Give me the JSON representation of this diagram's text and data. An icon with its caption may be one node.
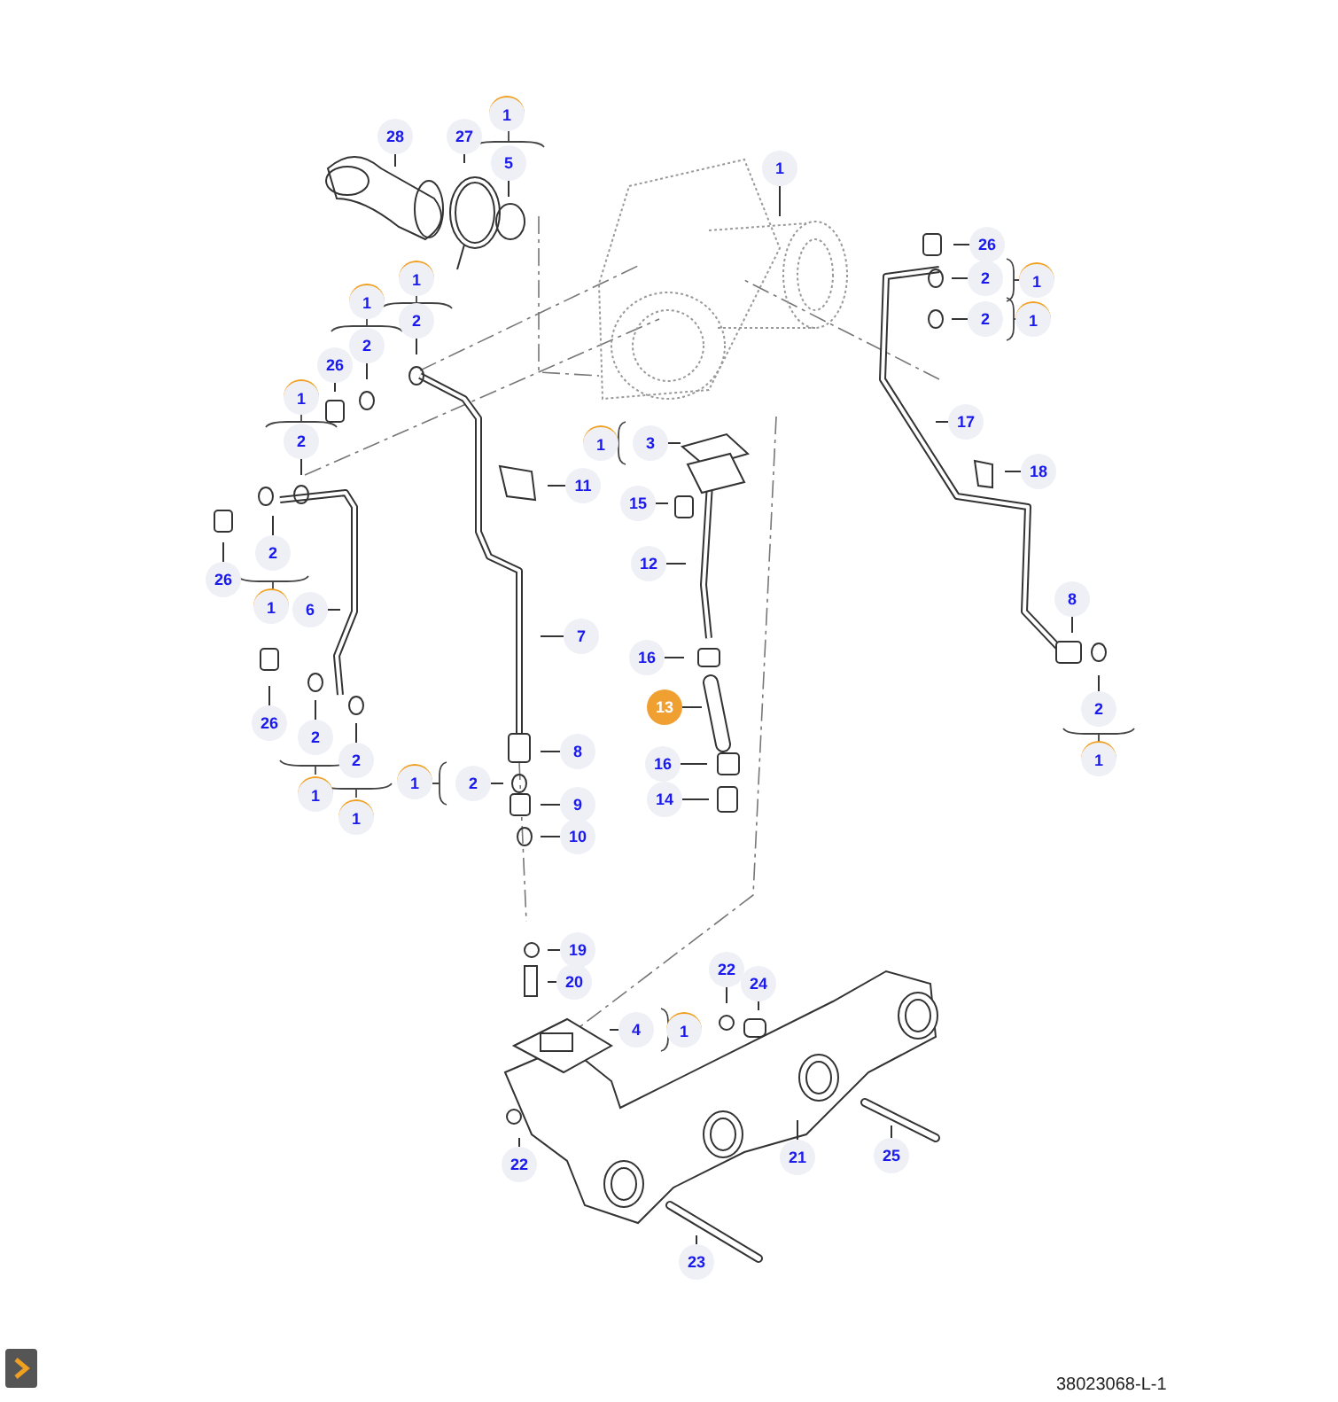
{
  "diagram": {
    "nodes": [
      {
        "text": [
          "1"
        ]
      },
      {
        "text": [
          "28"
        ]
      },
      {
        "text": [
          "27"
        ]
      },
      {
        "text": [
          "5"
        ]
      },
      {
        "text": [
          "1"
        ]
      },
      {
        "text": [
          "26"
        ]
      },
      {
        "text": [
          "2"
        ]
      },
      {
        "text": [
          "1"
        ]
      },
      {
        "text": [
          "1"
        ]
      },
      {
        "text": [
          "2"
        ]
      },
      {
        "text": [
          "2"
        ]
      },
      {
        "text": [
          "1"
        ]
      },
      {
        "text": [
          "1"
        ]
      },
      {
        "text": [
          "2"
        ]
      },
      {
        "text": [
          "26"
        ]
      },
      {
        "text": [
          "1"
        ]
      },
      {
        "text": [
          "17"
        ]
      },
      {
        "text": [
          "2"
        ]
      },
      {
        "text": [
          "1"
        ]
      },
      {
        "text": [
          "3"
        ]
      },
      {
        "text": [
          "18"
        ]
      },
      {
        "text": [
          "11"
        ]
      },
      {
        "text": [
          "15"
        ]
      },
      {
        "text": [
          "2"
        ]
      },
      {
        "text": [
          "12"
        ]
      },
      {
        "text": [
          "26"
        ]
      },
      {
        "text": [
          "1"
        ]
      },
      {
        "text": [
          "8"
        ]
      },
      {
        "text": [
          "6"
        ]
      },
      {
        "text": [
          "7"
        ]
      },
      {
        "text": [
          "16"
        ]
      },
      {
        "text": [
          "13"
        ]
      },
      {
        "text": [
          "2"
        ]
      },
      {
        "text": [
          "26"
        ]
      },
      {
        "text": [
          "2"
        ]
      },
      {
        "text": [
          "2"
        ]
      },
      {
        "text": [
          "8"
        ]
      },
      {
        "text": [
          "1"
        ]
      },
      {
        "text": [
          "16"
        ]
      },
      {
        "text": [
          "1"
        ]
      },
      {
        "text": [
          "2"
        ]
      },
      {
        "text": [
          "1"
        ]
      },
      {
        "text": [
          "14"
        ]
      },
      {
        "text": [
          "9"
        ]
      },
      {
        "text": [
          "1"
        ]
      },
      {
        "text": [
          "10"
        ]
      },
      {
        "text": [
          "19"
        ]
      },
      {
        "text": [
          "22"
        ]
      },
      {
        "text": [
          "20"
        ]
      },
      {
        "text": [
          "24"
        ]
      },
      {
        "text": [
          "4"
        ]
      },
      {
        "text": [
          "1"
        ]
      },
      {
        "text": [
          "22"
        ]
      },
      {
        "text": [
          "21"
        ]
      },
      {
        "text": [
          "25"
        ]
      },
      {
        "text": [
          "23"
        ]
      }
    ],
    "edges": [
      {
        "from": 1,
        "to": null,
        "arrow": "none"
      },
      {
        "from": 2,
        "to": null,
        "arrow": "none"
      },
      {
        "from": 3,
        "to": null,
        "arrow": "none"
      },
      {
        "from": 4,
        "to": null,
        "arrow": "none"
      },
      {
        "from": 5,
        "to": null,
        "arrow": "none"
      },
      {
        "from": 6,
        "to": null,
        "arrow": "none"
      },
      {
        "from": 9,
        "to": null,
        "arrow": "none"
      },
      {
        "from": 10,
        "to": null,
        "arrow": "none"
      },
      {
        "from": 13,
        "to": null,
        "arrow": "none"
      },
      {
        "from": 14,
        "to": null,
        "arrow": "none"
      },
      {
        "from": 16,
        "to": null,
        "arrow": "none"
      },
      {
        "from": 17,
        "to": null,
        "arrow": "none"
      },
      {
        "from": 19,
        "to": null,
        "arrow": "none"
      },
      {
        "from": 20,
        "to": null,
        "arrow": "none"
      },
      {
        "from": 21,
        "to": null,
        "arrow": "none"
      },
      {
        "from": 22,
        "to": null,
        "arrow": "none"
      },
      {
        "from": 23,
        "to": null,
        "arrow": "none"
      },
      {
        "from": 24,
        "to": null,
        "arrow": "none"
      },
      {
        "from": 25,
        "to": null,
        "arrow": "none"
      },
      {
        "from": 27,
        "to": null,
        "arrow": "none"
      },
      {
        "from": 28,
        "to": null,
        "arrow": "none"
      },
      {
        "from": 29,
        "to": null,
        "arrow": "none"
      },
      {
        "from": 30,
        "to": null,
        "arrow": "none"
      },
      {
        "from": 31,
        "to": null,
        "arrow": "none"
      },
      {
        "from": 32,
        "to": null,
        "arrow": "none"
      },
      {
        "from": 33,
        "to": null,
        "arrow": "none"
      },
      {
        "from": 34,
        "to": null,
        "arrow": "none"
      },
      {
        "from": 35,
        "to": null,
        "arrow": "none"
      },
      {
        "from": 36,
        "to": null,
        "arrow": "none"
      },
      {
        "from": 38,
        "to": null,
        "arrow": "none"
      },
      {
        "from": 40,
        "to": null,
        "arrow": "none"
      },
      {
        "from": 42,
        "to": null,
        "arrow": "none"
      },
      {
        "from": 43,
        "to": null,
        "arrow": "none"
      },
      {
        "from": 45,
        "to": null,
        "arrow": "none"
      },
      {
        "from": 46,
        "to": null,
        "arrow": "none"
      },
      {
        "from": 47,
        "to": null,
        "arrow": "none"
      },
      {
        "from": 48,
        "to": null,
        "arrow": "none"
      },
      {
        "from": 49,
        "to": null,
        "arrow": "none"
      },
      {
        "from": 50,
        "to": null,
        "arrow": "none"
      },
      {
        "from": 52,
        "to": null,
        "arrow": "none"
      },
      {
        "from": 53,
        "to": null,
        "arrow": "none"
      },
      {
        "from": 54,
        "to": null,
        "arrow": "none"
      },
      {
        "from": 55,
        "to": null,
        "arrow": "none"
      }
    ],
    "labels": [
      "38023068-L-1"
    ]
  }
}
